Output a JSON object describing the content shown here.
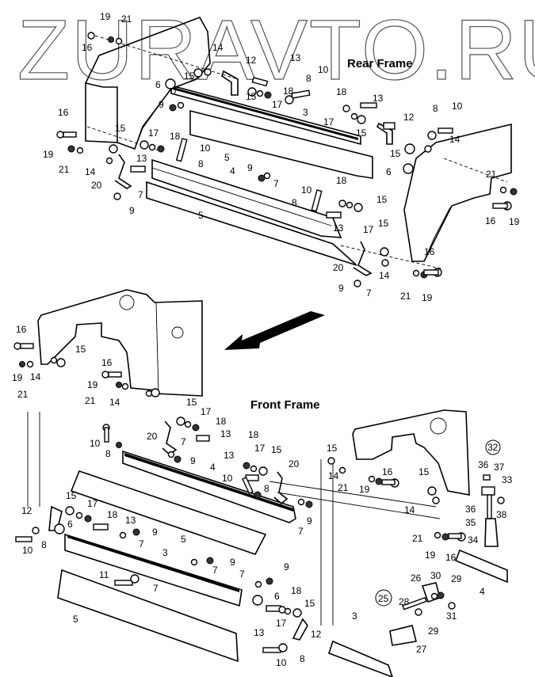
{
  "watermark": "ZURAVTO.RU",
  "titles": {
    "rear_frame": "Rear Frame",
    "front_frame": "Front Frame"
  },
  "icons": {
    "direction_arrow": "arrow-down-left-icon"
  },
  "subassemblies": [
    {
      "label": "32"
    },
    {
      "label": "25"
    }
  ],
  "callouts": {
    "rear": [
      {
        "label": "19"
      },
      {
        "label": "21"
      },
      {
        "label": "16"
      },
      {
        "label": "14"
      },
      {
        "label": "12"
      },
      {
        "label": "13"
      },
      {
        "label": "10"
      },
      {
        "label": "8"
      },
      {
        "label": "15"
      },
      {
        "label": "6"
      },
      {
        "label": "7"
      },
      {
        "label": "15"
      },
      {
        "label": "18"
      },
      {
        "label": "17"
      },
      {
        "label": "9"
      },
      {
        "label": "3"
      },
      {
        "label": "18"
      },
      {
        "label": "13"
      },
      {
        "label": "8"
      },
      {
        "label": "10"
      },
      {
        "label": "17"
      },
      {
        "label": "15"
      },
      {
        "label": "12"
      },
      {
        "label": "15"
      },
      {
        "label": "14"
      },
      {
        "label": "16"
      },
      {
        "label": "15"
      },
      {
        "label": "17"
      },
      {
        "label": "18"
      },
      {
        "label": "10"
      },
      {
        "label": "19"
      },
      {
        "label": "13"
      },
      {
        "label": "5"
      },
      {
        "label": "21"
      },
      {
        "label": "8"
      },
      {
        "label": "14"
      },
      {
        "label": "9"
      },
      {
        "label": "7"
      },
      {
        "label": "4"
      },
      {
        "label": "6"
      },
      {
        "label": "20"
      },
      {
        "label": "7"
      },
      {
        "label": "9"
      },
      {
        "label": "5"
      },
      {
        "label": "21"
      },
      {
        "label": "10"
      },
      {
        "label": "18"
      },
      {
        "label": "8"
      },
      {
        "label": "15"
      },
      {
        "label": "13"
      },
      {
        "label": "16"
      },
      {
        "label": "19"
      },
      {
        "label": "15"
      },
      {
        "label": "17"
      },
      {
        "label": "20"
      },
      {
        "label": "14"
      },
      {
        "label": "16"
      },
      {
        "label": "9"
      },
      {
        "label": "7"
      },
      {
        "label": "21"
      },
      {
        "label": "19"
      }
    ],
    "front": [
      {
        "label": "16"
      },
      {
        "label": "15"
      },
      {
        "label": "19"
      },
      {
        "label": "14"
      },
      {
        "label": "21"
      },
      {
        "label": "16"
      },
      {
        "label": "19"
      },
      {
        "label": "21"
      },
      {
        "label": "14"
      },
      {
        "label": "15"
      },
      {
        "label": "17"
      },
      {
        "label": "18"
      },
      {
        "label": "20"
      },
      {
        "label": "7"
      },
      {
        "label": "13"
      },
      {
        "label": "9"
      },
      {
        "label": "10"
      },
      {
        "label": "8"
      },
      {
        "label": "18"
      },
      {
        "label": "17"
      },
      {
        "label": "15"
      },
      {
        "label": "13"
      },
      {
        "label": "20"
      },
      {
        "label": "4"
      },
      {
        "label": "10"
      },
      {
        "label": "8"
      },
      {
        "label": "9"
      },
      {
        "label": "7"
      },
      {
        "label": "12"
      },
      {
        "label": "15"
      },
      {
        "label": "17"
      },
      {
        "label": "18"
      },
      {
        "label": "6"
      },
      {
        "label": "13"
      },
      {
        "label": "9"
      },
      {
        "label": "10"
      },
      {
        "label": "8"
      },
      {
        "label": "7"
      },
      {
        "label": "5"
      },
      {
        "label": "3"
      },
      {
        "label": "9"
      },
      {
        "label": "7"
      },
      {
        "label": "11"
      },
      {
        "label": "7"
      },
      {
        "label": "7"
      },
      {
        "label": "9"
      },
      {
        "label": "5"
      },
      {
        "label": "6"
      },
      {
        "label": "18"
      },
      {
        "label": "15"
      },
      {
        "label": "13"
      },
      {
        "label": "17"
      },
      {
        "label": "12"
      },
      {
        "label": "10"
      },
      {
        "label": "8"
      },
      {
        "label": "15"
      },
      {
        "label": "14"
      },
      {
        "label": "16"
      },
      {
        "label": "21"
      },
      {
        "label": "19"
      },
      {
        "label": "15"
      },
      {
        "label": "14"
      },
      {
        "label": "36"
      },
      {
        "label": "37"
      },
      {
        "label": "33"
      },
      {
        "label": "36"
      },
      {
        "label": "38"
      },
      {
        "label": "35"
      },
      {
        "label": "21"
      },
      {
        "label": "19"
      },
      {
        "label": "16"
      },
      {
        "label": "34"
      },
      {
        "label": "4"
      },
      {
        "label": "26"
      },
      {
        "label": "30"
      },
      {
        "label": "29"
      },
      {
        "label": "28"
      },
      {
        "label": "29"
      },
      {
        "label": "31"
      },
      {
        "label": "3"
      },
      {
        "label": "27"
      }
    ]
  }
}
